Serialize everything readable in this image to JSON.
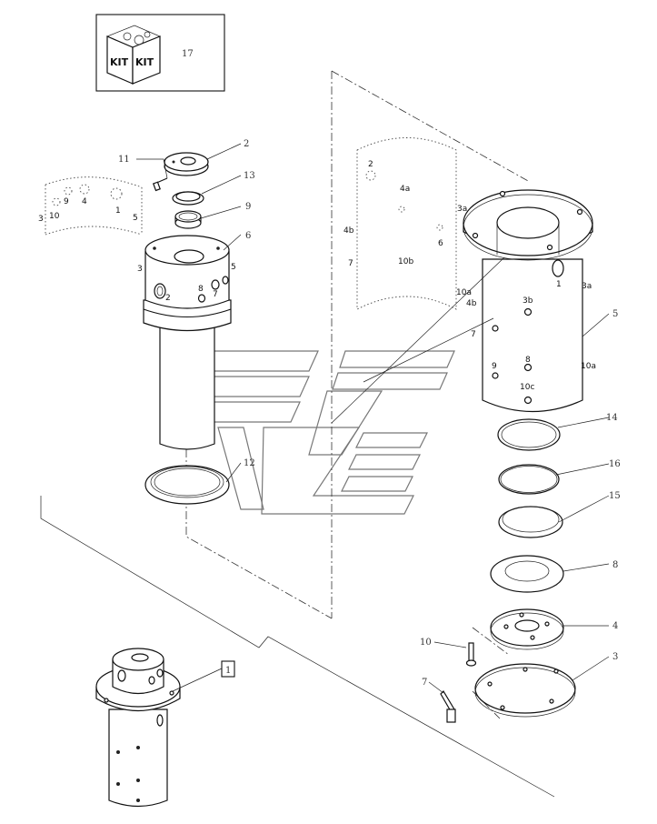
{
  "kit_box": {
    "label_left": "KIT",
    "label_right": "KIT",
    "ref": "17"
  },
  "callouts": {
    "c2": "2",
    "c13": "13",
    "c9": "9",
    "c11": "11",
    "c6": "6",
    "c12": "12",
    "c5": "5",
    "c14": "14",
    "c16": "16",
    "c15": "15",
    "c8": "8",
    "c4": "4",
    "c3": "3",
    "c10": "10",
    "c7": "7",
    "c1": "1"
  },
  "ports": {
    "left_strip": [
      "3",
      "10",
      "9",
      "4",
      "1",
      "5"
    ],
    "left_body": [
      "3",
      "5",
      "2",
      "8",
      "7"
    ],
    "right_sketch": [
      "2",
      "4a",
      "3a",
      "4b",
      "6",
      "7",
      "10b",
      "10a",
      "4b"
    ],
    "right_body": [
      "1",
      "3a",
      "3b",
      "8",
      "9",
      "7",
      "10a",
      "10c"
    ]
  }
}
